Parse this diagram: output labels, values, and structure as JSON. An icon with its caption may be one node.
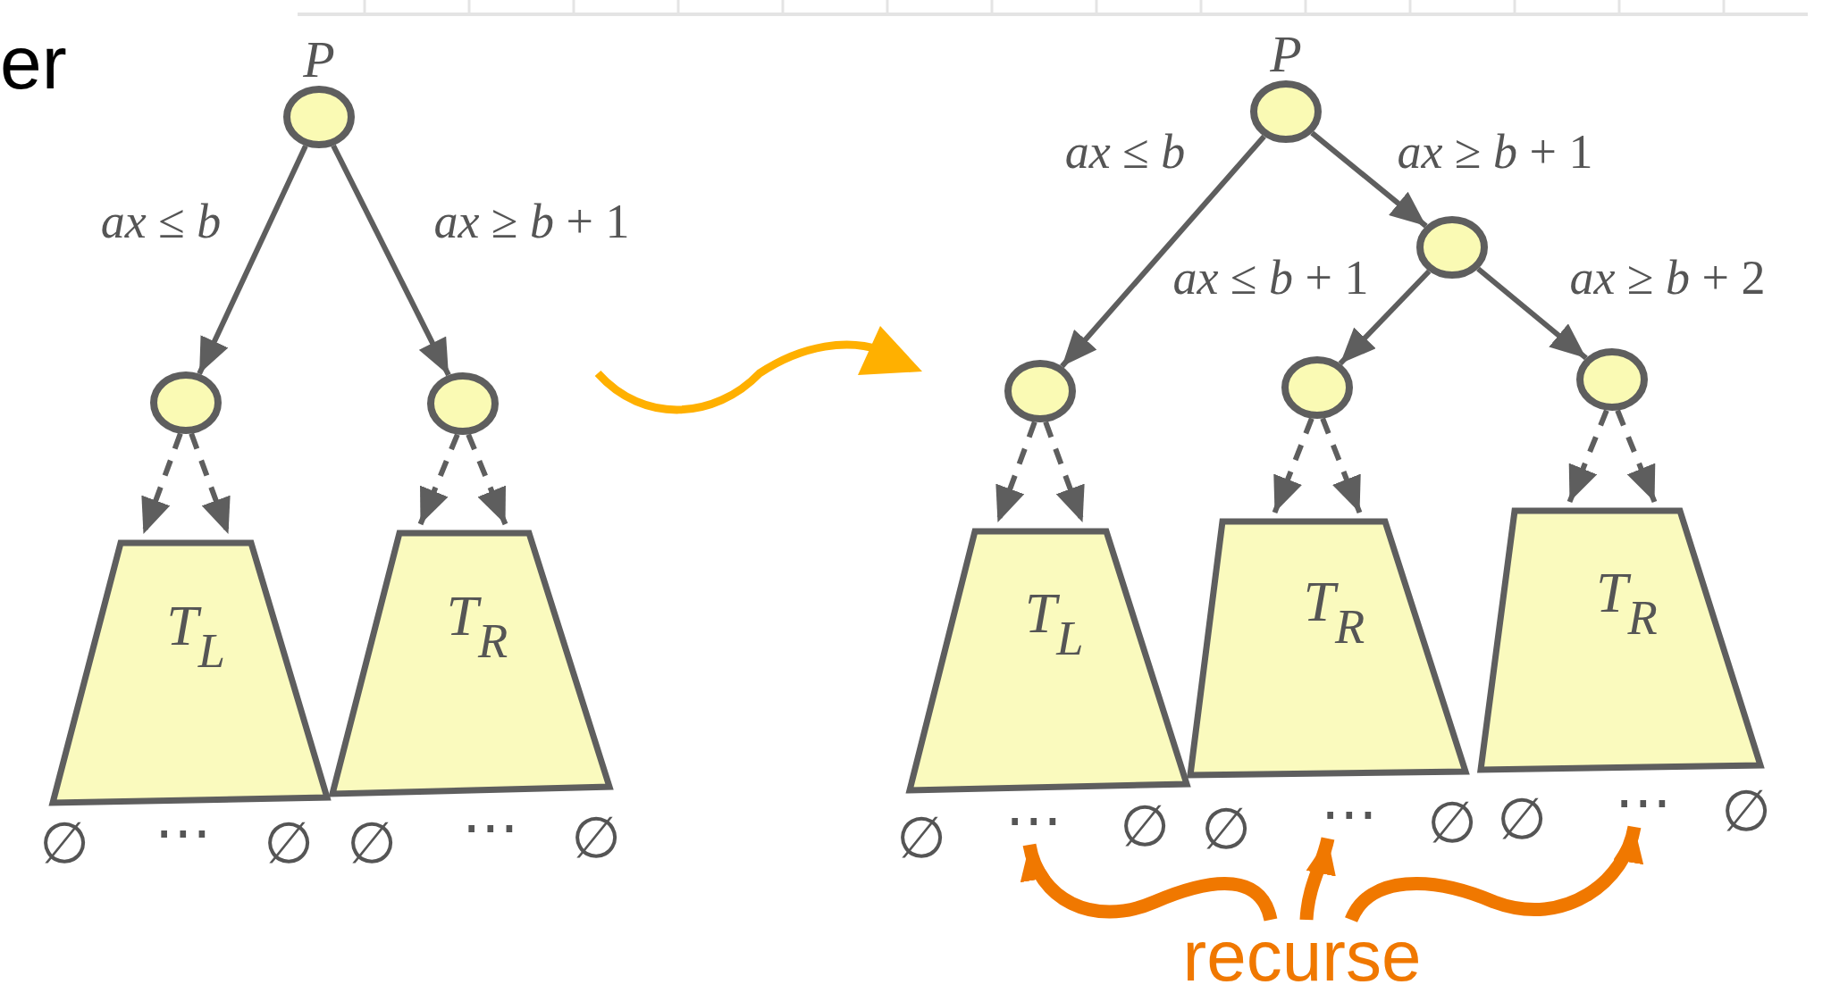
{
  "diagram": {
    "nodes": [
      {
        "text": [],
        "shape": "circle",
        "beside": [
          "P"
        ]
      },
      {
        "text": [],
        "shape": "circle"
      },
      {
        "text": [],
        "shape": "circle"
      },
      {
        "text": [
          "*T*$_{L}$"
        ]
      },
      {
        "text": [
          "*T*$_{R}$"
        ]
      },
      {
        "text": [],
        "shape": "circle",
        "beside": [
          "P"
        ]
      },
      {
        "text": [],
        "shape": "circle"
      },
      {
        "text": [],
        "shape": "circle"
      },
      {
        "text": [],
        "shape": "circle"
      },
      {
        "text": [],
        "shape": "circle"
      },
      {
        "text": [
          "*T*$_{L}$"
        ]
      },
      {
        "text": [
          "*T*$_{R}$"
        ]
      },
      {
        "text": [
          "*T*$_{R}$"
        ]
      },
      {
        "text": [
          "recurse"
        ]
      },
      {
        "text": [
          "⋯"
        ]
      },
      {
        "text": [
          "⋯"
        ]
      },
      {
        "text": [
          "⋯"
        ]
      }
    ],
    "edges": [
      {
        "from": 0,
        "to": 1,
        "arrow": "to",
        "label": "*ax* ≤ *b*"
      },
      {
        "from": 0,
        "to": 2,
        "arrow": "to",
        "label": "*ax* ≥ *b* + 1"
      },
      {
        "from": 1,
        "to": 3,
        "arrow": "to",
        "style": "dashed"
      },
      {
        "from": 1,
        "to": 3,
        "arrow": "to",
        "style": "dashed"
      },
      {
        "from": 2,
        "to": 4,
        "arrow": "to",
        "style": "dashed"
      },
      {
        "from": 2,
        "to": 4,
        "arrow": "to",
        "style": "dashed"
      },
      {
        "from": 5,
        "to": 6,
        "arrow": "to",
        "label": "*ax* ≤ *b*"
      },
      {
        "from": 5,
        "to": 7,
        "arrow": "to",
        "label": "*ax* ≥ *b* + 1"
      },
      {
        "from": 7,
        "to": 8,
        "arrow": "to",
        "label": "*ax* ≤ *b* + 1"
      },
      {
        "from": 7,
        "to": 9,
        "arrow": "to",
        "label": "*ax* ≥ *b* + 2"
      },
      {
        "from": 6,
        "to": 10,
        "arrow": "to",
        "style": "dashed"
      },
      {
        "from": 6,
        "to": 10,
        "arrow": "to",
        "style": "dashed"
      },
      {
        "from": 8,
        "to": 11,
        "arrow": "to",
        "style": "dashed"
      },
      {
        "from": 8,
        "to": 11,
        "arrow": "to",
        "style": "dashed"
      },
      {
        "from": 9,
        "to": 12,
        "arrow": "to",
        "style": "dashed"
      },
      {
        "from": 9,
        "to": 12,
        "arrow": "to",
        "style": "dashed"
      },
      {
        "from": 13,
        "to": 14,
        "arrow": "to",
        "style": "thick",
        "color": "#f07800"
      },
      {
        "from": 13,
        "to": 15,
        "arrow": "to",
        "style": "thick",
        "color": "#f07800"
      },
      {
        "from": 13,
        "to": 16,
        "arrow": "to",
        "style": "thick",
        "color": "#f07800"
      }
    ],
    "labels": [
      "er",
      "∅",
      "⋯",
      "∅",
      "∅",
      "⋯",
      "∅",
      "∅",
      "∅",
      "∅",
      "∅",
      "∅",
      "∅"
    ]
  }
}
